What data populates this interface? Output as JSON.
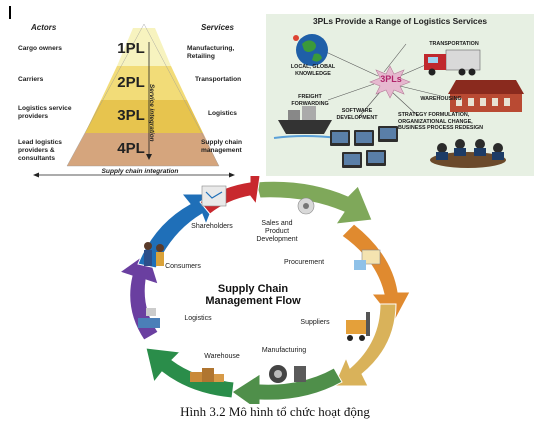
{
  "pyramid": {
    "actors_header": "Actors",
    "services_header": "Services",
    "levels": [
      {
        "label": "1PL",
        "actor": "Cargo owners",
        "service": "Manufacturing, Retailing",
        "color": "#f7f3bf"
      },
      {
        "label": "2PL",
        "actor": "Carriers",
        "service": "Transportation",
        "color": "#f2dc78"
      },
      {
        "label": "3PL",
        "actor": "Logistics service providers",
        "service": "Logistics",
        "color": "#e7c44e"
      },
      {
        "label": "4PL",
        "actor": "Lead logistics providers & consultants",
        "service": "Supply chain management",
        "color": "#d5a57d"
      }
    ],
    "vertical_label": "Service integration",
    "bottom_label": "Supply chain integration"
  },
  "tpl": {
    "title": "3PLs Provide a Range of Logistics Services",
    "center": "3PLs",
    "labels": {
      "local_global": "LOCAL, GLOBAL KNOWLEDGE",
      "transportation": "TRANSPORTATION",
      "freight": "FREIGHT FORWARDING",
      "software": "SOFTWARE DEVELOPMENT",
      "warehousing": "WAREHOUSING",
      "strategy": "STRATEGY FORMULATION, ORGANIZATIONAL CHANGE, BUSINESS PROCESS REDESIGN"
    }
  },
  "flow": {
    "title": "Supply Chain Management Flow",
    "steps": {
      "shareholders": "Shareholders",
      "sales": "Sales and Product Development",
      "procurement": "Procurement",
      "suppliers": "Suppliers",
      "manufacturing": "Manufacturing",
      "warehouse": "Warehouse",
      "logistics": "Logistics",
      "consumers": "Consumers"
    }
  },
  "caption": "Hình 3.2 Mô hình tổ chức hoạt động"
}
